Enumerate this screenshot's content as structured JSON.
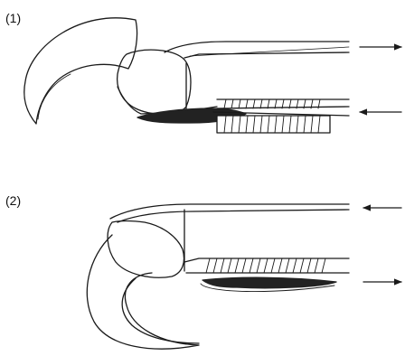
{
  "figure": {
    "panels": [
      {
        "label": "(1)",
        "arrow_top": "right",
        "arrow_bottom": "left"
      },
      {
        "label": "(2)",
        "arrow_top": "left",
        "arrow_bottom": "right"
      }
    ],
    "colors": {
      "ink": "#1a1a1a",
      "fill_dark": "#222222",
      "background": "#ffffff"
    }
  }
}
